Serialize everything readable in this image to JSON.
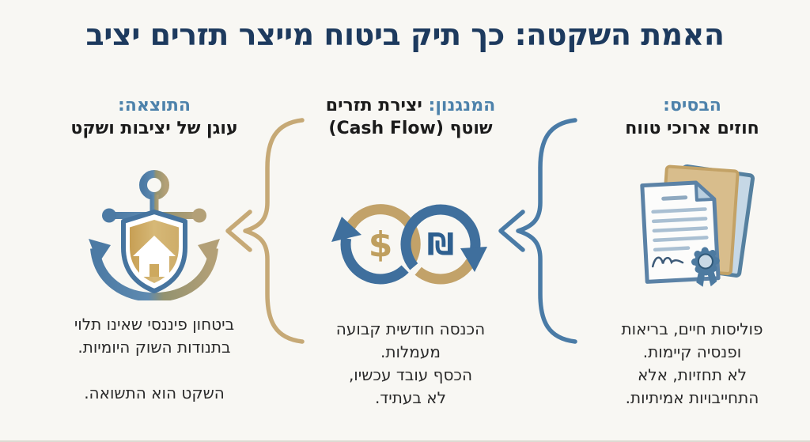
{
  "title": "האמת השקטה: כך תיק ביטוח מייצר תזרים יציב",
  "colors": {
    "background": "#f8f7f3",
    "title_navy": "#1d3a5e",
    "accent_blue": "#4d82ab",
    "heading_dark": "#1b1b1b",
    "body_text": "#2a2a2a",
    "arrow_blue": "#4a7ba6",
    "arrow_gold": "#c6a976",
    "icon_blue": "#4c7aa4",
    "icon_blue_light": "#c6d8e6",
    "icon_gold": "#c2a269",
    "icon_tan": "#d8bd8c"
  },
  "columns": {
    "base": {
      "heading_blue": "הבסיס:",
      "heading_inline": "",
      "heading_line2": "חוזים ארוכי טווח",
      "icon": "contracts-documents-icon",
      "body_lines": [
        "פוליסות חיים, בריאות",
        "ופנסיה קיימות.",
        "לא תחזיות, אלא",
        "התחייבויות אמיתיות."
      ]
    },
    "mechanism": {
      "heading_blue": "המנגנון:",
      "heading_inline": " יצירת תזרים",
      "heading_line2": "שוטף (Cash Flow)",
      "icon": "cashflow-cycle-icon",
      "currency_left": "$",
      "currency_right": "₪",
      "body_lines": [
        "הכנסה חודשית קבועה",
        "מעמלות.",
        "הכסף עובד עכשיו,",
        "לא בעתיד."
      ]
    },
    "result": {
      "heading_blue": "התוצאה:",
      "heading_inline": "",
      "heading_line2": "עוגן של יציבות ושקט",
      "icon": "anchor-shield-icon",
      "body_lines": [
        "ביטחון פיננסי שאינו תלוי",
        "בתנודות השוק היומיות.",
        "",
        "השקט הוא התשואה."
      ]
    }
  }
}
